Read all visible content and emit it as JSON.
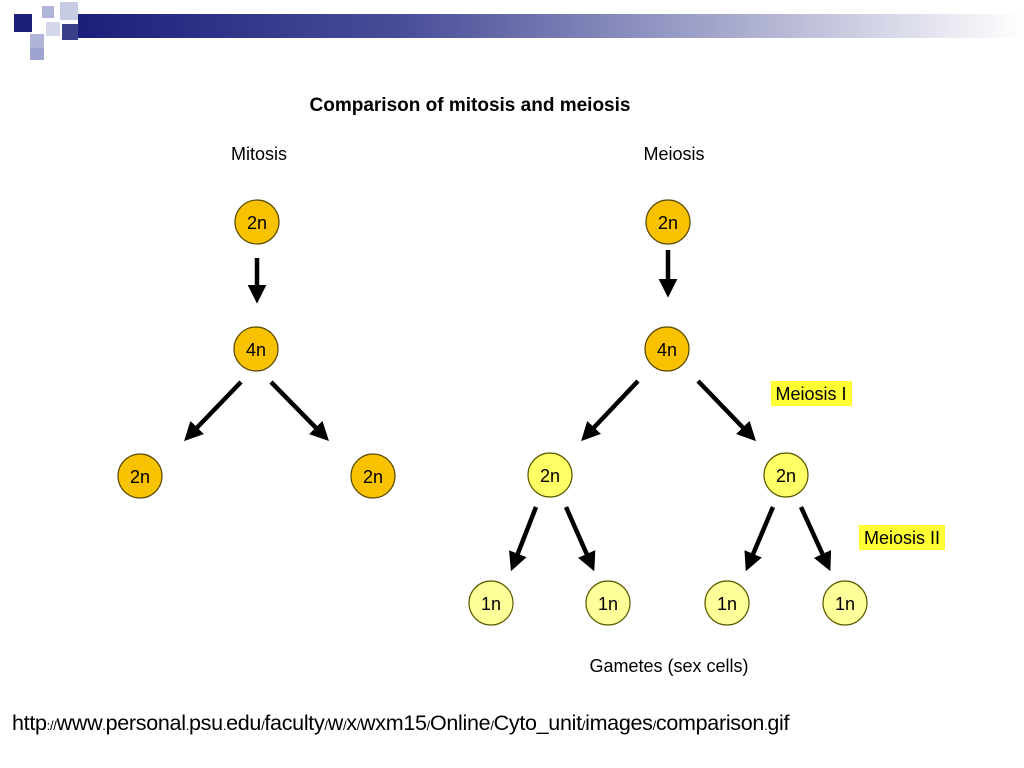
{
  "diagram": {
    "title": "Comparison of mitosis and meiosis",
    "mitosis": {
      "heading": "Mitosis",
      "parent": "2n",
      "replicated": "4n",
      "daughters": [
        "2n",
        "2n"
      ]
    },
    "meiosis": {
      "heading": "Meiosis",
      "parent": "2n",
      "replicated": "4n",
      "stage_1_label": "Meiosis I",
      "stage_2_label": "Meiosis II",
      "meiosis_1_products": [
        "2n",
        "2n"
      ],
      "gametes": [
        "1n",
        "1n",
        "1n",
        "1n"
      ],
      "gametes_label": "Gametes (sex cells)"
    },
    "colors": {
      "orange_cell": "#f8c200",
      "yellow_cell": "#ffff66",
      "pale_cell": "#ffff99",
      "label_highlight": "#ffff33",
      "header_navy": "#1a1f7a",
      "deco_light": "#b0b4d8"
    }
  },
  "source": {
    "parts": [
      "http",
      "://",
      "www",
      ".",
      "personal",
      ".",
      "psu",
      ".",
      "edu",
      "/",
      "faculty",
      "/",
      "w",
      "/",
      "x",
      "/",
      "wxm15",
      "/",
      "Online",
      "/",
      "Cyto_unit",
      "/",
      "images",
      "/",
      "comparison",
      ".",
      "gif"
    ]
  }
}
